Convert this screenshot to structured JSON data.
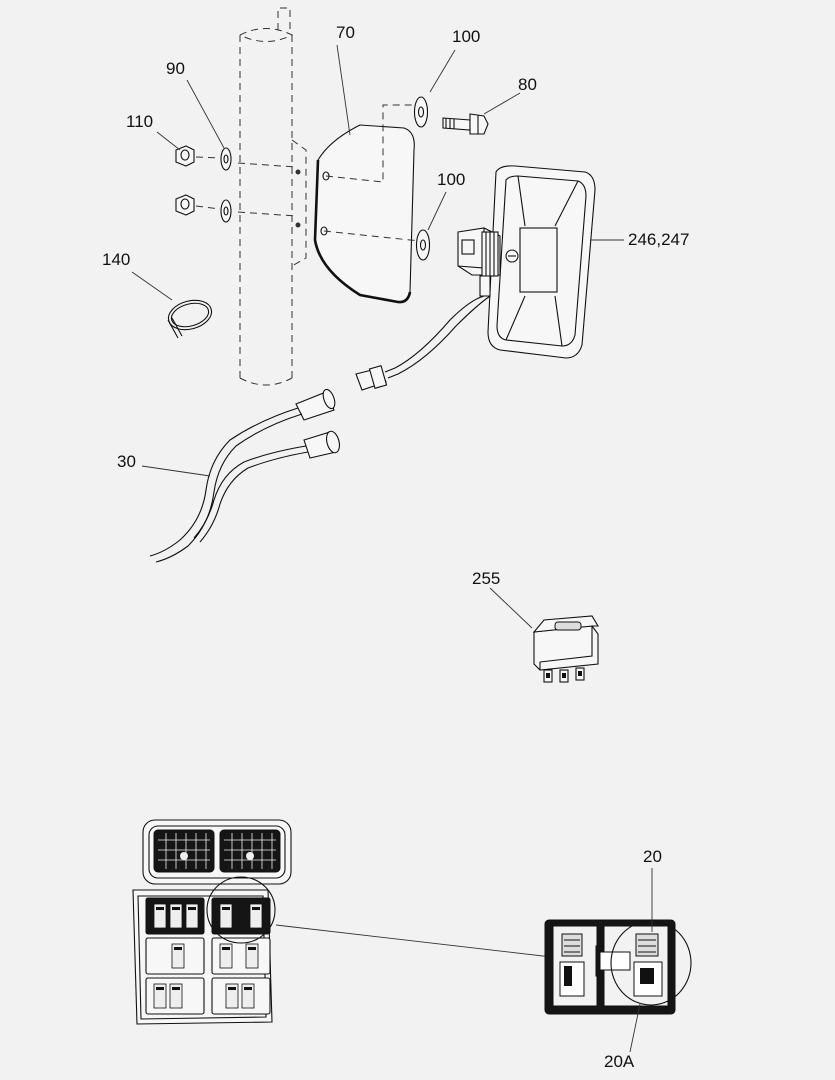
{
  "callouts": {
    "c70": "70",
    "c100a": "100",
    "c80": "80",
    "c90": "90",
    "c110": "110",
    "c100b": "100",
    "c246": "246,247",
    "c140": "140",
    "c30": "30",
    "c255": "255",
    "c20": "20",
    "c20a": "20A"
  },
  "colors": {
    "background": "#f2f2f2",
    "ink": "#111111"
  }
}
